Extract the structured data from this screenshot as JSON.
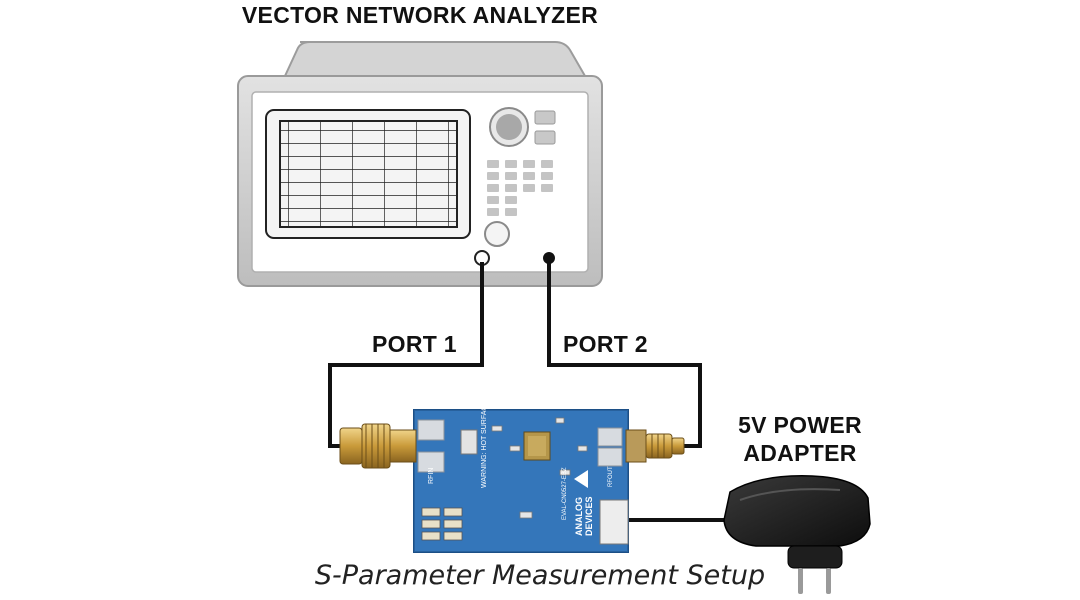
{
  "title": "VECTOR NETWORK ANALYZER",
  "port1_label": "PORT 1",
  "port2_label": "PORT 2",
  "power_label_line1": "5V POWER",
  "power_label_line2": "ADAPTER",
  "caption": "S-Parameter Measurement Setup",
  "board": {
    "brand_line1": "ANALOG",
    "brand_line2": "DEVICES",
    "silk_warning": "WARNING: HOT SURFACE",
    "silk_rfin": "RFIN",
    "silk_rfout": "RFOUT",
    "silk_model": "EVAL-CN0527-EBZ"
  },
  "colors": {
    "instrument_body": "#cfcfcf",
    "pcb": "#2f6fb3",
    "connector_gold": "#c9a24a",
    "cable": "#111111",
    "adapter": "#1a1a1a"
  }
}
